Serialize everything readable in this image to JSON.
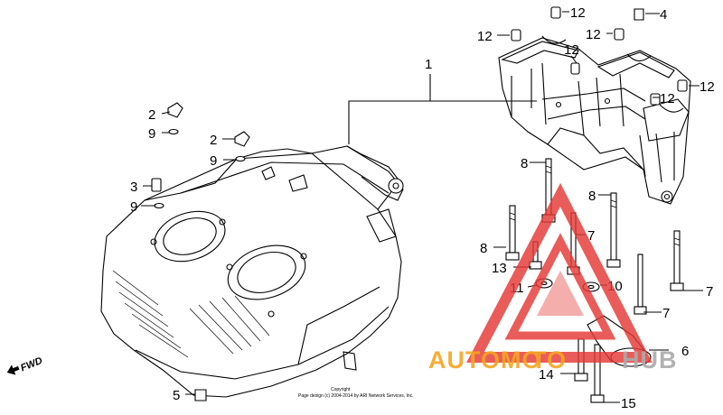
{
  "diagram": {
    "fwd_label": "FWD",
    "callouts": {
      "c1": "1",
      "c2a": "2",
      "c2b": "2",
      "c3": "3",
      "c4": "4",
      "c5": "5",
      "c6": "6",
      "c7a": "7",
      "c7b": "7",
      "c7c": "7",
      "c8a": "8",
      "c8b": "8",
      "c8c": "8",
      "c9a": "9",
      "c9b": "9",
      "c9c": "9",
      "c10": "10",
      "c11": "11",
      "c12a": "12",
      "c12b": "12",
      "c12c": "12",
      "c12d": "12",
      "c12e": "12",
      "c12f": "12",
      "c13": "13",
      "c14": "14",
      "c15": "15"
    },
    "copyright_line1": "Copyright",
    "copyright_line2": "Page design (c) 2004-2014 by ARI Network Services, Inc.",
    "watermark": {
      "part1": "AUTOMO",
      "part2": "TO",
      "part3": "HUB",
      "triangle_color": "#e53935",
      "text_color_1": "#f5a623",
      "text_color_2": "#aaaaaa"
    }
  }
}
